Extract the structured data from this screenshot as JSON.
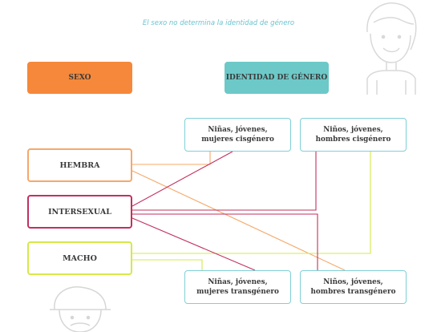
{
  "subtitle": "El sexo no determina la identidad de género",
  "headers": {
    "sexo": "SEXO",
    "identidad": "IDENTIDAD DE GÉNERO"
  },
  "sexes": {
    "hembra": "HEMBRA",
    "intersexual": "INTERSEXUAL",
    "macho": "MACHO"
  },
  "genders": {
    "ninas_cis_line1": "Niñas, jóvenes,",
    "ninas_cis_line2": "mujeres cisgénero",
    "ninos_cis_line1": "Niños, jóvenes,",
    "ninos_cis_line2": "hombres cisgénero",
    "ninas_trans_line1": "Niñas, jóvenes,",
    "ninas_trans_line2": "mujeres transgénero",
    "ninos_trans_line1": "Niños, jóvenes,",
    "ninos_trans_line2": "hombres transgénero"
  },
  "colors": {
    "hembra": "#f5a86a",
    "intersexual": "#c2305e",
    "macho": "#d6e84a",
    "header_sexo": "#f5883a",
    "header_identidad": "#6cc9c8",
    "gender_border": "#7fd0d6",
    "subtitle": "#6cc3cf"
  },
  "icons": [
    "smiling-person-icon",
    "bearded-person-icon"
  ]
}
